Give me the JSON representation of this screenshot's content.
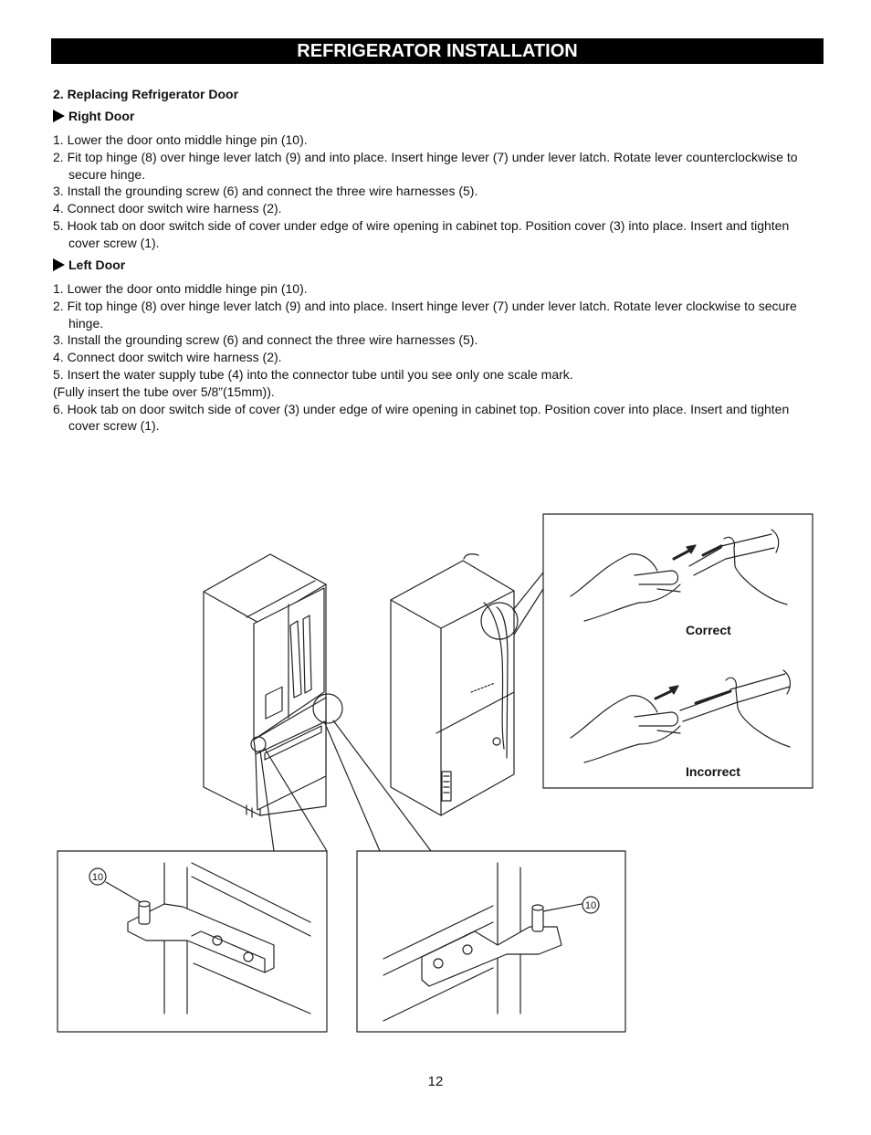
{
  "header": {
    "title": "REFRIGERATOR INSTALLATION"
  },
  "section": {
    "title": "2. Replacing Refrigerator Door"
  },
  "right_door": {
    "heading": "Right Door",
    "steps": [
      "1. Lower the door onto middle hinge pin (10).",
      "2. Fit top hinge (8) over hinge lever latch (9) and into place. Insert hinge lever (7) under lever latch. Rotate lever counterclockwise to secure hinge.",
      "3. Install the grounding screw (6) and connect the three wire harnesses (5).",
      "4. Connect door switch wire harness (2).",
      "5. Hook tab on door switch side of cover under edge of wire opening in cabinet top. Position cover (3) into place. Insert and tighten cover screw (1)."
    ]
  },
  "left_door": {
    "heading": "Left Door",
    "steps": [
      "1. Lower the door onto middle hinge pin (10).",
      "2. Fit top hinge (8) over hinge lever latch (9) and into place. Insert hinge lever (7) under lever latch. Rotate lever clockwise to secure hinge.",
      "3. Install the grounding screw (6) and connect the three wire harnesses (5).",
      "4. Connect door switch wire harness (2).",
      "5. Insert the water supply tube (4) into the connector tube until you see only one scale mark.",
      "(Fully insert the tube over 5/8”(15mm)).",
      "6. Hook tab on door switch side of cover (3) under edge of wire opening in cabinet top. Position cover into place. Insert and tighten cover screw (1)."
    ]
  },
  "figure": {
    "correct_label": "Correct",
    "incorrect_label": "Incorrect",
    "callout_left": "10",
    "callout_right": "10"
  },
  "page": {
    "number": "12"
  }
}
